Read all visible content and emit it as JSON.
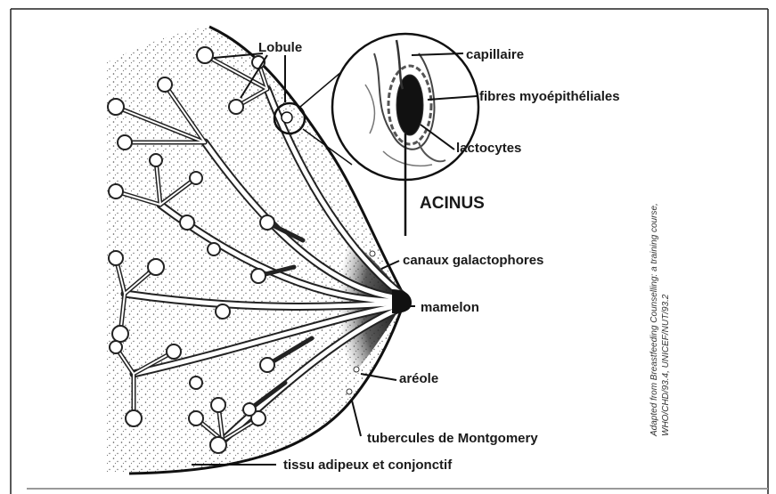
{
  "labels": {
    "lobule": "Lobule",
    "capillaire": "capillaire",
    "fibres": "fibres myoépithéliales",
    "lactocytes": "lactocytes",
    "acinus": "ACINUS",
    "canaux": "canaux galactophores",
    "mamelon": "mamelon",
    "areole": "aréole",
    "tubercules": "tubercules de Montgomery",
    "tissu": "tissu adipeux et conjonctif"
  },
  "credit": {
    "line1": "Adapted from Breastfeeding Counselling: a training course,",
    "line2": "WHO/CHD/93.4, UNICEF/NUT/93.2"
  }
}
